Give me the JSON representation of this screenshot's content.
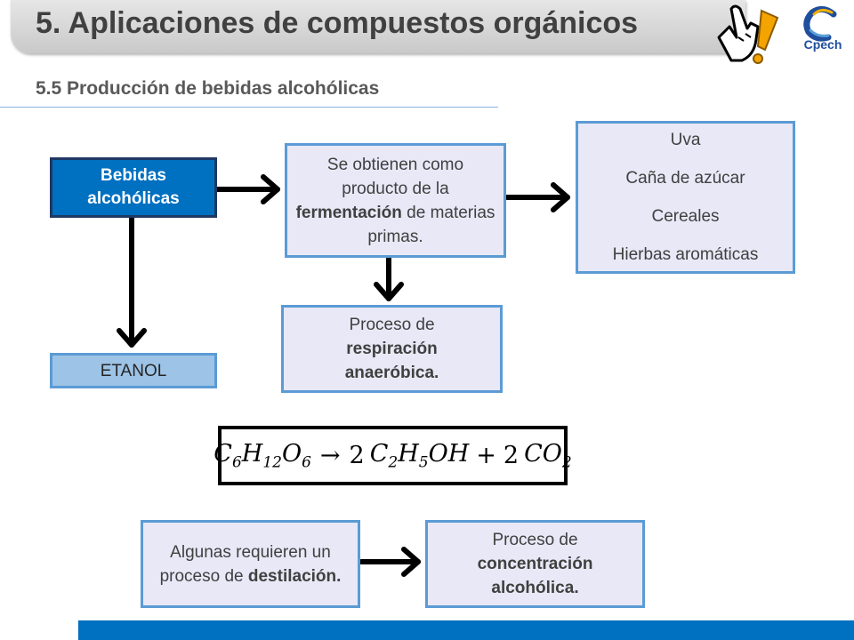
{
  "header": {
    "title": "5. Aplicaciones de compuestos orgánicos",
    "subtitle": "5.5 Producción de bebidas alcohólicas",
    "logo_text": "Cpech"
  },
  "diagram": {
    "bebidas": "Bebidas alcohólicas",
    "etanol": "ETANOL",
    "obtienen": {
      "pre": "Se obtienen como producto de la ",
      "bold": "fermentación",
      "post": " de materias primas."
    },
    "materias": [
      "Uva",
      "Caña de azúcar",
      "Cereales",
      "Hierbas aromáticas"
    ],
    "respiracion": {
      "pre": "Proceso de ",
      "bold": "respiración anaeróbica."
    },
    "destilacion": {
      "pre": "Algunas requieren un proceso de ",
      "bold": "destilación."
    },
    "concentracion": {
      "pre": "Proceso de ",
      "bold": "concentración alcohólica."
    },
    "equation": {
      "reactant": "C6H12O6",
      "arrow": "→",
      "coef1": "2",
      "product1": "C2H5OH",
      "plus": "+",
      "coef2": "2",
      "product2": "CO2"
    }
  },
  "colors": {
    "dark_box": "#0070c0",
    "light_box": "#e8e8f7",
    "box_border": "#5b9bd5",
    "etanol_box": "#9dc3e6",
    "accent_bar": "#0070c0",
    "hand_exclamation": "#f4a400"
  },
  "icons": [
    "pointing-hand-icon",
    "exclamation-icon",
    "cpech-logo"
  ]
}
